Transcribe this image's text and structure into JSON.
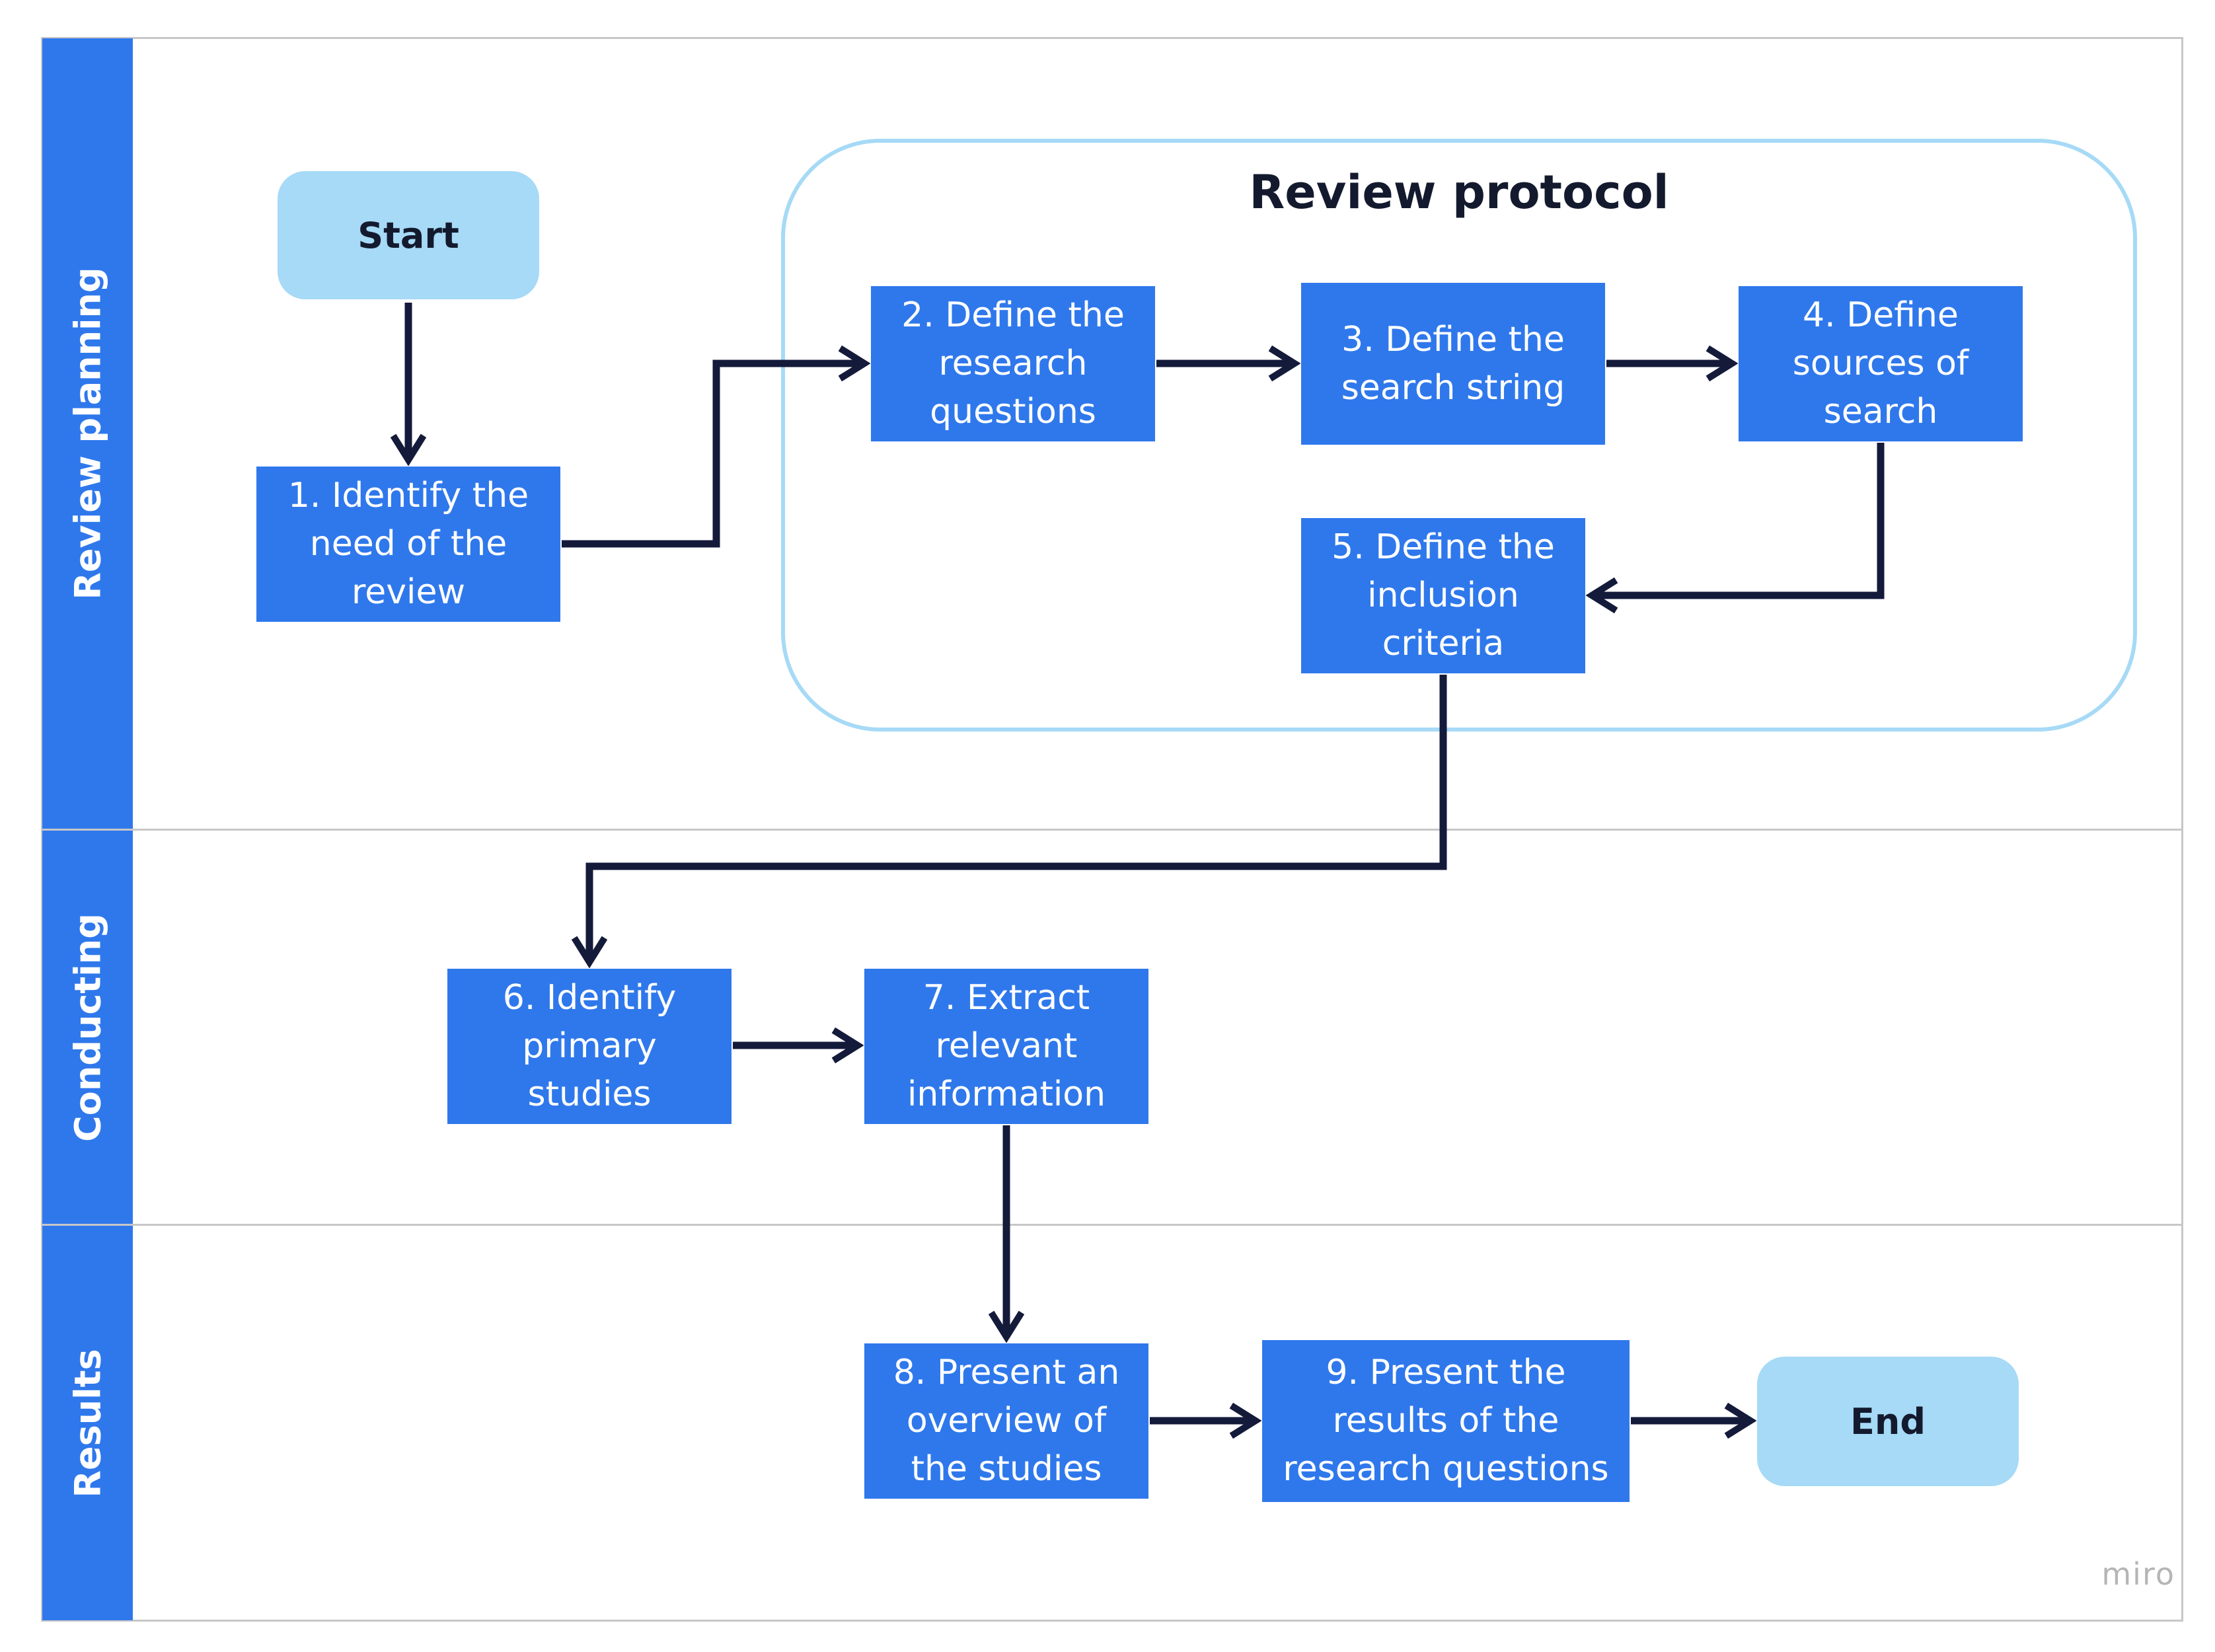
{
  "lanes": [
    {
      "id": "planning",
      "label": "Review planning"
    },
    {
      "id": "conducting",
      "label": "Conducting"
    },
    {
      "id": "results",
      "label": "Results"
    }
  ],
  "protocol_group": {
    "title": "Review protocol"
  },
  "nodes": {
    "start": "Start",
    "n1": "1. Identify the need of the review",
    "n2": "2. Define the research questions",
    "n3": "3. Define the search string",
    "n4": "4. Define sources of search",
    "n5": "5. Define the inclusion criteria",
    "n6": "6. Identify primary studies",
    "n7": "7. Extract relevant information",
    "n8": "8. Present an overview of the studies",
    "n9": "9. Present the results of the research questions",
    "end": "End"
  },
  "edges": [
    {
      "from": "start",
      "to": "n1"
    },
    {
      "from": "n1",
      "to": "n2"
    },
    {
      "from": "n2",
      "to": "n3"
    },
    {
      "from": "n3",
      "to": "n4"
    },
    {
      "from": "n4",
      "to": "n5"
    },
    {
      "from": "n5",
      "to": "n6"
    },
    {
      "from": "n6",
      "to": "n7"
    },
    {
      "from": "n7",
      "to": "n8"
    },
    {
      "from": "n8",
      "to": "n9"
    },
    {
      "from": "n9",
      "to": "end"
    }
  ],
  "colors": {
    "lane_header": "#2f78ec",
    "process_fill": "#2f78ec",
    "terminal_fill": "#a6daf6",
    "group_border": "#a6daf6",
    "connector": "#141a3a",
    "lane_divider": "#c7c7c7"
  },
  "watermark": "miro"
}
